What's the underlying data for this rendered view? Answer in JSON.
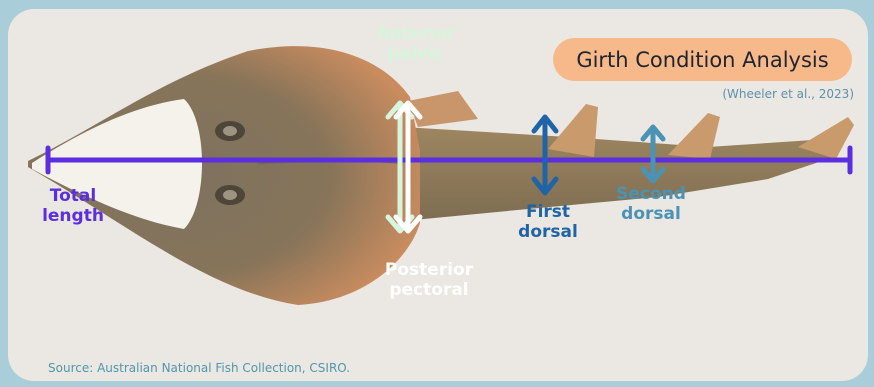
{
  "title_badge": {
    "text": "Girth Condition Analysis",
    "color": "#f7b989"
  },
  "citation": "(Wheeler et al., 2023)",
  "measurements": {
    "total_length": {
      "lines": [
        "Total",
        "length"
      ],
      "color": "#5b2ee0"
    },
    "anterior_pelvic": {
      "lines": [
        "Anterior",
        "pelvic"
      ],
      "color": "#d6f5dc"
    },
    "posterior_pectoral": {
      "lines": [
        "Posterior",
        "pectoral"
      ],
      "color": "#ffffff"
    },
    "first_dorsal": {
      "lines": [
        "First",
        "dorsal"
      ],
      "color": "#1f64a6"
    },
    "second_dorsal": {
      "lines": [
        "Second",
        "dorsal"
      ],
      "color": "#4a93b4"
    }
  },
  "source": "Source: Australian National Fish Collection, CSIRO.",
  "colors": {
    "background": "#a9cdd9",
    "panel": "#ebe7e3",
    "fish_body": "#8b7a5c",
    "fish_fins": "#c78a5e"
  }
}
